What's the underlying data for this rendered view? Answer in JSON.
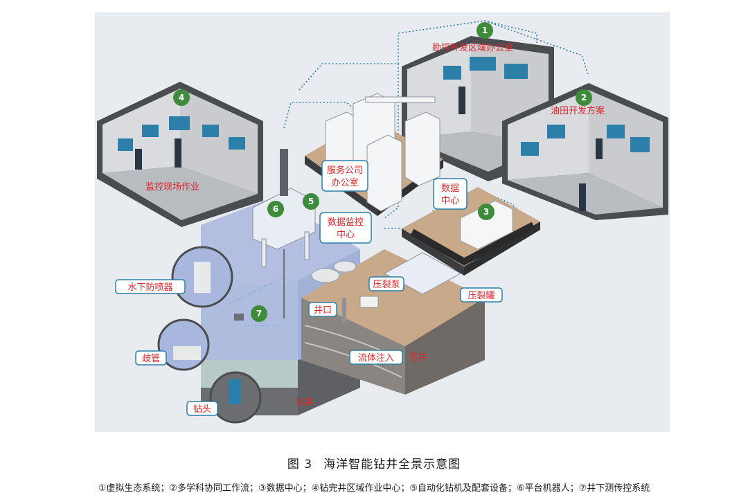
{
  "figure": {
    "number": "图 3",
    "title": "海洋智能钻井全景示意图",
    "legend": "①虚拟生态系统；②多学科协同工作流；③数据中心；④钻完井区域作业中心；⑤自动化钻机及配套设备；⑥平台机器人；⑦井下测传控系统"
  },
  "rooms": {
    "office_1": "勘探开发区域办公室",
    "office_2": "油田开发方案",
    "monitor_room": "监控现场作业"
  },
  "buildings": {
    "service_company_line1": "服务公司",
    "service_company_line2": "办公室",
    "data_center_line1": "数据",
    "data_center_line2": "中心",
    "data_monitor_line1": "数据监控",
    "data_monitor_line2": "中心"
  },
  "equipment": {
    "frac_pump": "压裂泵",
    "frac_tank": "压裂罐",
    "wellhead": "井口",
    "fluid_injection": "流体注入",
    "completion": "完井",
    "drilling": "钻井"
  },
  "subsea": {
    "bop": "水下防喷器",
    "manifold": "歧管",
    "drill_bit": "钻头"
  },
  "badges": [
    "1",
    "2",
    "3",
    "4",
    "5",
    "6",
    "7"
  ],
  "colors": {
    "badge_green": "#3f8b3c",
    "label_red": "#e0262a",
    "link_blue": "#2b7fa8",
    "background_gray": "#e8ebef",
    "sea_blue": "#a9b6de"
  }
}
